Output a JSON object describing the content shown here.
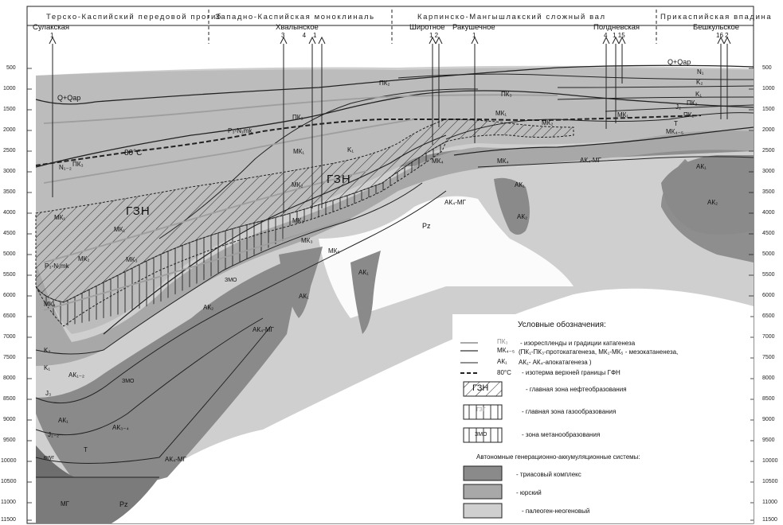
{
  "regions": [
    {
      "label": "Терско-Каспийский передовой прогиб"
    },
    {
      "label": "Западно-Каспийская моноклиналь"
    },
    {
      "label": "Карпинско-Мангышлакский сложный вал"
    },
    {
      "label": "Прикаспийская впадина"
    }
  ],
  "wells": [
    {
      "name": "Сулакская",
      "nums": "1"
    },
    {
      "name": "Хвалынское",
      "nums": "3          4    1"
    },
    {
      "name": "Широтное",
      "nums": "1 2"
    },
    {
      "name": "Ракушечное",
      "nums": "1"
    },
    {
      "name": "Полдневская",
      "nums": "4   1 15"
    },
    {
      "name": "Бешкульское",
      "nums": "16 2"
    }
  ],
  "depth_ticks": [
    "500",
    "1000",
    "1500",
    "2000",
    "2500",
    "3000",
    "3500",
    "4000",
    "4500",
    "5000",
    "5500",
    "6000",
    "6500",
    "7000",
    "7500",
    "8000",
    "8500",
    "9000",
    "9500",
    "10000",
    "10500",
    "11000",
    "11500"
  ],
  "map_labels": {
    "qqap_left": "Q+Qap",
    "qqap_right": "Q+Qap",
    "isotherm": "80°C",
    "gzn_big_1": "ГЗН",
    "gzn_big_2": "ГЗН",
    "pz_1": "Pz",
    "pz_2": "Pz",
    "mg": "МГ",
    "t_left": "T",
    "t_right": "T",
    "kngr": "кнуг",
    "zmo_1": "ЗМО",
    "zmo_2": "ЗМО",
    "ak_mg_1": "АК₄-МГ",
    "ak_mg_2": "АК₄-МГ",
    "ak_mg_3": "АК₄-МГ",
    "ak_mg_4": "АК₄-МГ",
    "n12": "N₁₋₂",
    "p3n1mk_1": "P₃-N₁mk",
    "p3n1mk_2": "P₃-N₁mk",
    "k1_a": "K₁",
    "k1_b": "K₁",
    "k1_c": "K₁",
    "k2_a": "K₂",
    "k2_b": "K₂",
    "n1": "N₁",
    "j3": "J₃",
    "j12": "J₁₋₂",
    "j_r": "J₂",
    "pk2_a": "ПК₂",
    "pk2_b": "ПК₂",
    "pk2_c": "ПК₂",
    "pk3_a": "ПК₃",
    "pk3_b": "ПК₃",
    "pk3_c": "ПК₃",
    "mk1_a": "МК₁",
    "mk1_b": "МК₁",
    "mk1_c": "МК₁",
    "mk1_d": "МК₁",
    "mk1_e": "МК₁",
    "mk2_a": "МК₂",
    "mk2_b": "МК₂",
    "mk2_c": "МК₂",
    "mk3_a": "МК₃",
    "mk3_b": "МК₃",
    "mk3_c": "МК₃",
    "mk4_a": "МК₄",
    "mk4_b": "МК₄",
    "mk4_c": "МК₄",
    "mk5": "МК₅",
    "mk45": "МК₄₋₅",
    "ak1_a": "АК₁",
    "ak1_b": "АК₁",
    "ak1_c": "АК₁",
    "ak1_d": "АК₁",
    "ak1_e": "АК₁",
    "ak2_a": "АК₂",
    "ak2_b": "АК₂",
    "ak2_c": "АК₂",
    "ak12": "АК₁₋₂",
    "ak34": "АК₃₋₄"
  },
  "legend": {
    "title": "Условные обозначения:",
    "sym_pk": "ПК₃",
    "sym_mk": "МК₄₋₅",
    "sym_ak": "АК₁",
    "iso_text": "- изореспленды и градиции катагенеза",
    "cat_text": "(ПК₁-ПК₃-протокатагенеза, МК₁-МК₅ - мезокатаненеза,",
    "cat_text2": "АК₁- АК₄-апокатагенеза )",
    "sym_80": "80°С",
    "iso80_text": "- изотерма верхней границы ГФН",
    "gzn_sym": "ГЗН",
    "gzn_text": "- главная зона нефтеобразования",
    "gzg_sym": "ГЗГ",
    "gzg_text": "- главная зона газообразования",
    "zmo_sym": "ЗМО",
    "zmo_text": "- зона метанообразования",
    "auto_title": "Автономные генерационно-аккумуляционные системы:",
    "tri_text": "- триасовый комплекс",
    "jur_text": "- юрский",
    "pal_text": "- палеоген-неогеновый"
  }
}
